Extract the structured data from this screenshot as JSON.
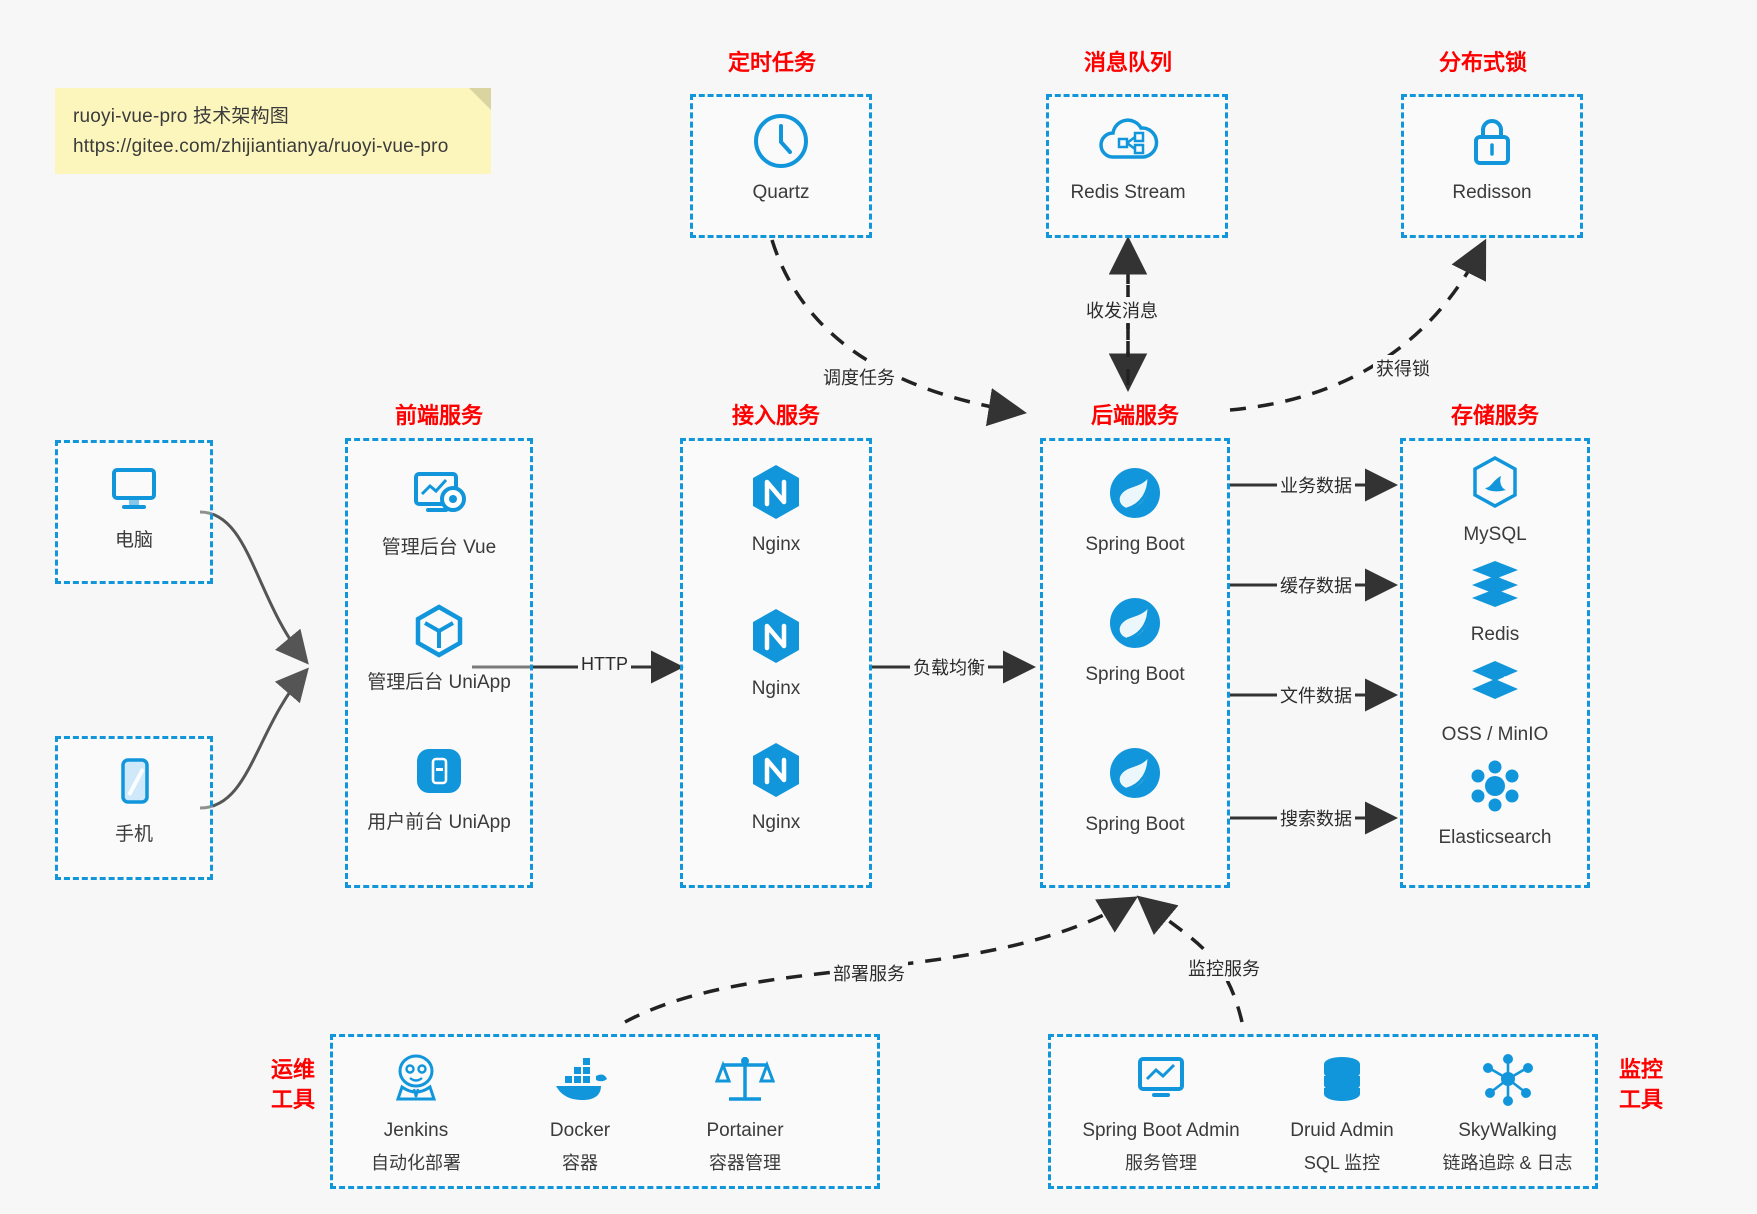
{
  "note": {
    "line1": "ruoyi-vue-pro 技术架构图",
    "line2": "https://gitee.com/zhijiantianya/ruoyi-vue-pro"
  },
  "colors": {
    "accent_blue": "#1296db",
    "title_red": "#ff0000",
    "background": "#f7f7f7",
    "note_yellow": "#fcf6bd",
    "edge_gray": "#4d4d4d"
  },
  "groups": {
    "scheduler": {
      "title": "定时任务"
    },
    "mq": {
      "title": "消息队列"
    },
    "lock": {
      "title": "分布式锁"
    },
    "frontend": {
      "title": "前端服务"
    },
    "gateway": {
      "title": "接入服务"
    },
    "backend": {
      "title": "后端服务"
    },
    "storage": {
      "title": "存储服务"
    },
    "devops": {
      "title": "运维\n工具",
      "line1": "运维",
      "line2": "工具"
    },
    "monitor": {
      "title": "监控\n工具",
      "line1": "监控",
      "line2": "工具"
    }
  },
  "nodes": {
    "quartz": {
      "label": "Quartz",
      "icon": "clock-icon"
    },
    "redis_stream": {
      "label": "Redis Stream",
      "icon": "cloud-stream-icon"
    },
    "redisson": {
      "label": "Redisson",
      "icon": "lock-icon"
    },
    "pc": {
      "label": "电脑",
      "icon": "desktop-monitor-icon"
    },
    "phone": {
      "label": "手机",
      "icon": "mobile-phone-icon"
    },
    "admin_vue": {
      "label": "管理后台 Vue",
      "icon": "dashboard-gear-icon"
    },
    "admin_uniapp": {
      "label": "管理后台 UniApp",
      "icon": "cube-icon"
    },
    "user_uniapp": {
      "label": "用户前台 UniApp",
      "icon": "mobile-app-icon"
    },
    "nginx1": {
      "label": "Nginx",
      "icon": "nginx-icon"
    },
    "nginx2": {
      "label": "Nginx",
      "icon": "nginx-icon"
    },
    "nginx3": {
      "label": "Nginx",
      "icon": "nginx-icon"
    },
    "boot1": {
      "label": "Spring Boot",
      "icon": "spring-leaf-icon"
    },
    "boot2": {
      "label": "Spring Boot",
      "icon": "spring-leaf-icon"
    },
    "boot3": {
      "label": "Spring Boot",
      "icon": "spring-leaf-icon"
    },
    "mysql": {
      "label": "MySQL",
      "icon": "mysql-dolphin-icon"
    },
    "redis": {
      "label": "Redis",
      "icon": "redis-stack-icon"
    },
    "oss": {
      "label": "OSS / MinIO",
      "icon": "storage-stack-icon"
    },
    "es": {
      "label": "Elasticsearch",
      "icon": "elasticsearch-icon"
    },
    "jenkins": {
      "label": "Jenkins",
      "sub": "自动化部署",
      "icon": "jenkins-butler-icon"
    },
    "docker": {
      "label": "Docker",
      "sub": "容器",
      "icon": "docker-whale-icon"
    },
    "portainer": {
      "label": "Portainer",
      "sub": "容器管理",
      "icon": "portainer-scale-icon"
    },
    "boot_admin": {
      "label": "Spring Boot Admin",
      "sub": "服务管理",
      "icon": "monitor-chart-icon"
    },
    "druid_admin": {
      "label": "Druid Admin",
      "sub": "SQL 监控",
      "icon": "database-icon"
    },
    "skywalking": {
      "label": "SkyWalking",
      "sub": "链路追踪 & 日志",
      "icon": "skywalking-node-icon"
    }
  },
  "edges": [
    {
      "name": "schedule-task",
      "label": "调度任务"
    },
    {
      "name": "send-receive-message",
      "label": "收发消息"
    },
    {
      "name": "acquire-lock",
      "label": "获得锁"
    },
    {
      "name": "http",
      "label": "HTTP"
    },
    {
      "name": "load-balance",
      "label": "负载均衡"
    },
    {
      "name": "business-data",
      "label": "业务数据"
    },
    {
      "name": "cache-data",
      "label": "缓存数据"
    },
    {
      "name": "file-data",
      "label": "文件数据"
    },
    {
      "name": "search-data",
      "label": "搜索数据"
    },
    {
      "name": "deploy-service",
      "label": "部署服务"
    },
    {
      "name": "monitor-service",
      "label": "监控服务"
    }
  ]
}
